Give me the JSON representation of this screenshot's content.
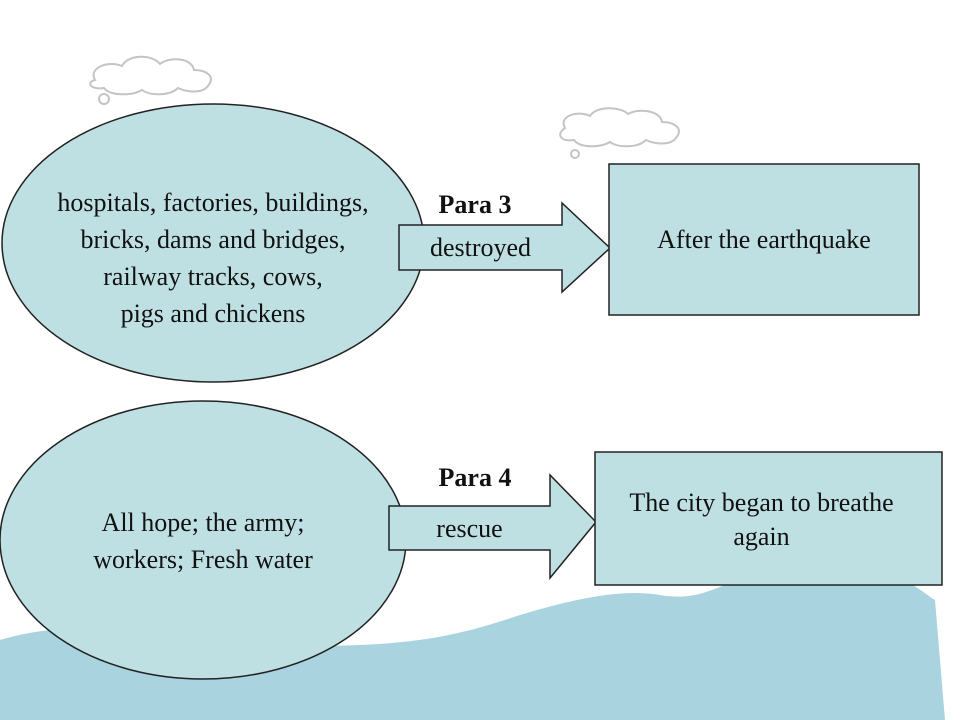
{
  "colors": {
    "fill": "#bfe0e3",
    "stroke": "#222222",
    "wave": "#a9d3df",
    "cloud_stroke": "#c4c4c4"
  },
  "row1": {
    "oval_lines": [
      "hospitals, factories, buildings,",
      "bricks, dams and bridges,",
      "railway tracks, cows,",
      "pigs and chickens"
    ],
    "para_label": "Para 3",
    "arrow_label": "destroyed",
    "box_text": "After the earthquake"
  },
  "row2": {
    "oval_lines": [
      "All hope; the army;",
      "workers; Fresh water"
    ],
    "para_label": "Para 4",
    "arrow_label": "rescue",
    "box_lines": [
      "The city began to breathe",
      "again"
    ]
  }
}
